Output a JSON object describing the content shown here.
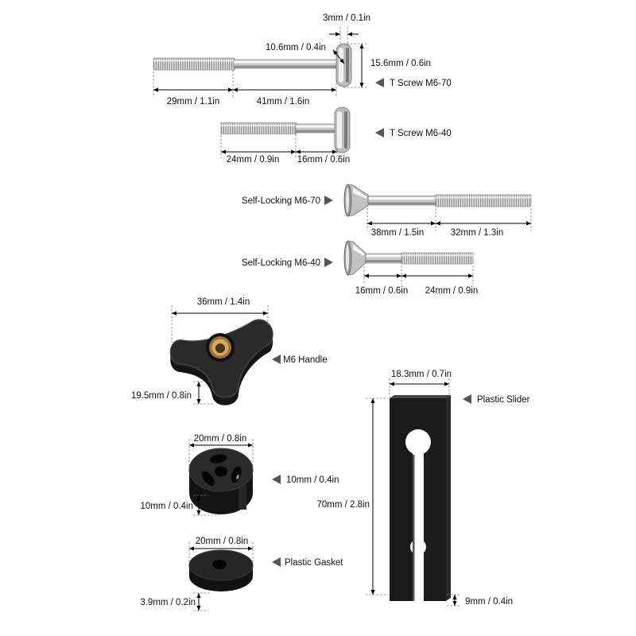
{
  "colors": {
    "label_text": "#111111",
    "dimension_line": "#000000",
    "extension_line": "#777777",
    "pointer": "#555555",
    "metal": "#c8c8c8",
    "plastic": "#1b1b1b",
    "brass": "#b8894a"
  },
  "t_screw_m6_70": {
    "label": "T Screw M6-70",
    "head_thickness": "3mm / 0.1in",
    "head_width": "10.6mm / 0.4in",
    "head_height": "15.6mm / 0.6in",
    "thread_length": "29mm / 1.1in",
    "shank_length": "41mm / 1.6in"
  },
  "t_screw_m6_40": {
    "label": "T Screw M6-40",
    "thread_length": "24mm / 0.9in",
    "shank_length": "16mm / 0.6in"
  },
  "self_locking_m6_70": {
    "label": "Self-Locking M6-70",
    "shank_length": "38mm / 1.5in",
    "thread_length": "32mm / 1.3in"
  },
  "self_locking_m6_40": {
    "label": "Self-Locking M6-40",
    "shank_length": "16mm / 0.6in",
    "thread_length": "24mm / 0.9in"
  },
  "m6_handle": {
    "label": "M6 Handle",
    "width": "36mm / 1.4in",
    "height": "19.5mm / 0.8in"
  },
  "slotted_spacer": {
    "label": "10mm / 0.4in",
    "diameter": "20mm / 0.8in",
    "height": "10mm / 0.4in"
  },
  "plastic_gasket": {
    "label": "Plastic Gasket",
    "diameter": "20mm / 0.8in",
    "thickness": "3.9mm / 0.2in"
  },
  "plastic_slider": {
    "label": "Plastic Slider",
    "width": "18.3mm / 0.7in",
    "length": "70mm / 2.8in",
    "thickness": "9mm / 0.4in"
  }
}
